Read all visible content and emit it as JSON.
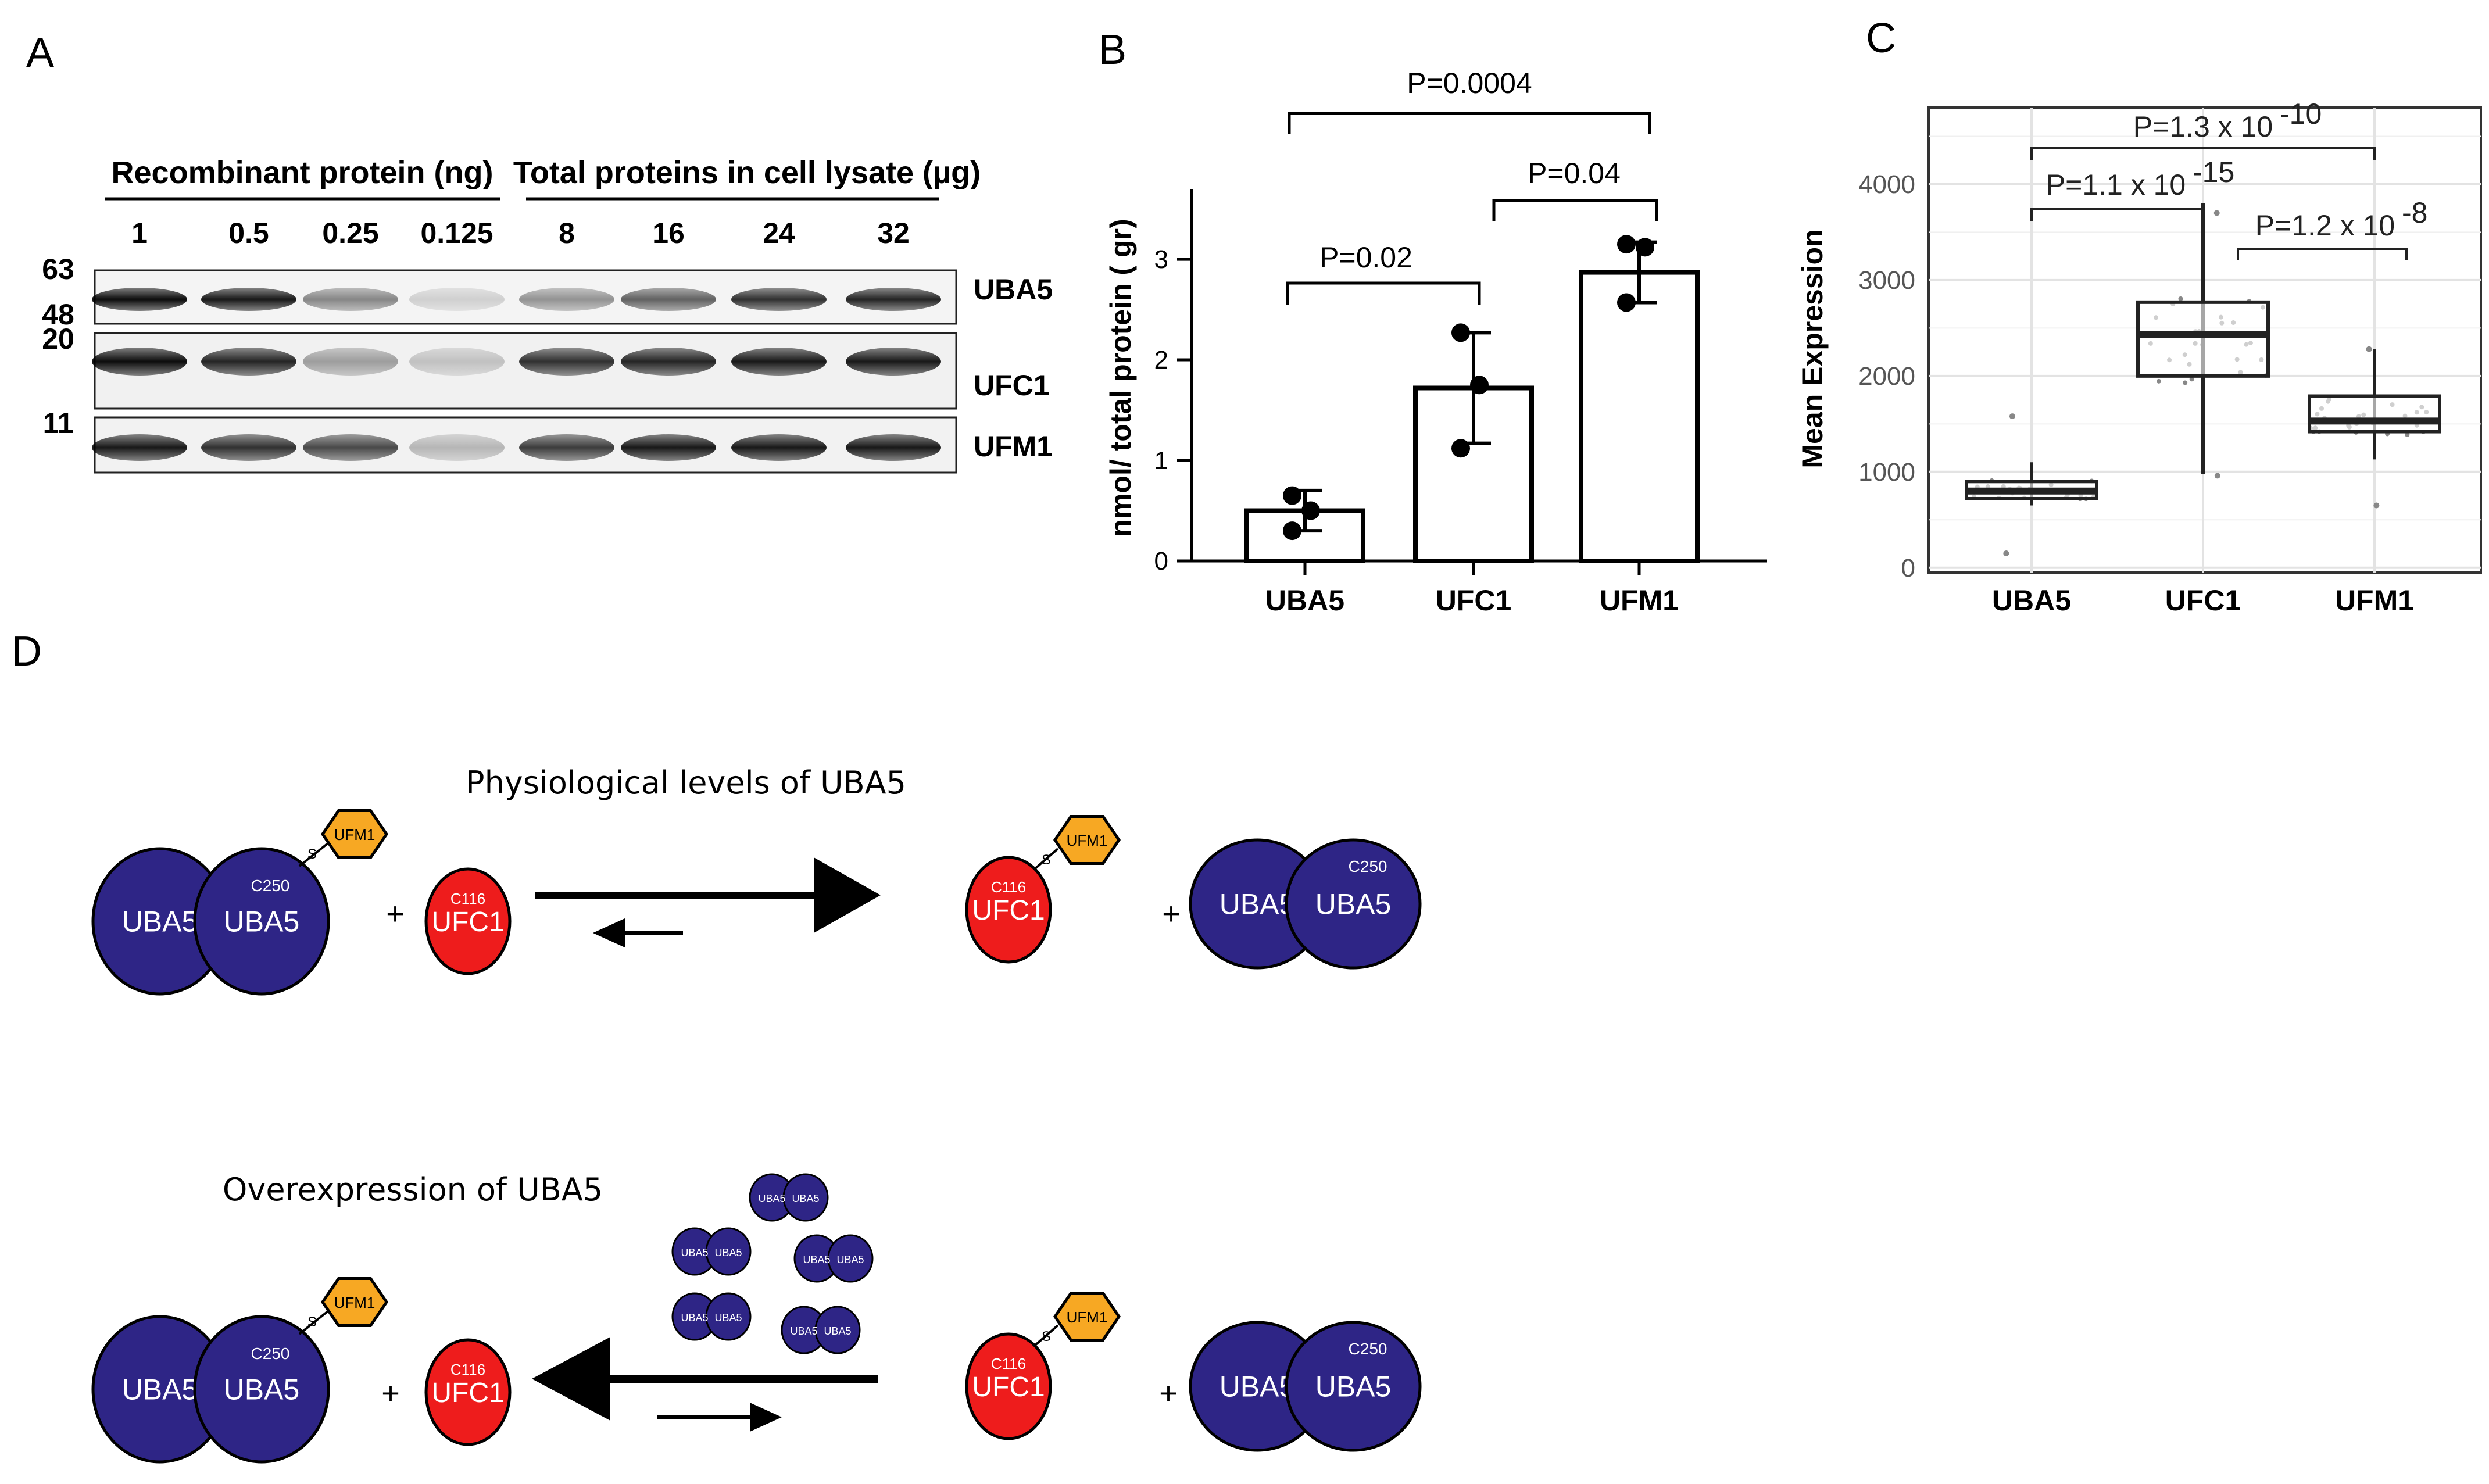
{
  "panels": {
    "a": "A",
    "b": "B",
    "c": "C",
    "d": "D"
  },
  "western_blot": {
    "header_left": "Recombinant protein (ng)",
    "header_right": "Total proteins in cell lysate (µg)",
    "lanes": [
      "1",
      "0.5",
      "0.25",
      "0.125",
      "8",
      "16",
      "24",
      "32"
    ],
    "markers": [
      "63",
      "48",
      "20",
      "11"
    ],
    "rows": [
      "UBA5",
      "UFC1",
      "UFM1"
    ]
  },
  "chart_data": [
    {
      "type": "bar",
      "panel": "B",
      "categories": [
        "UBA5",
        "UFC1",
        "UFM1"
      ],
      "values": [
        0.5,
        1.72,
        2.87
      ],
      "error": [
        0.2,
        0.55,
        0.3
      ],
      "points": [
        [
          0.65,
          0.5,
          0.3
        ],
        [
          2.27,
          1.75,
          1.12
        ],
        [
          3.15,
          3.12,
          2.57
        ]
      ],
      "ylabel": "nmol/ total protein ( gr)",
      "ylim": [
        0,
        3.7
      ],
      "yticks": [
        "0",
        "1",
        "2",
        "3"
      ],
      "comparisons": [
        {
          "from": "UBA5",
          "to": "UFM1",
          "label": "P=0.0004"
        },
        {
          "from": "UFC1",
          "to": "UFM1",
          "label": "P=0.04"
        },
        {
          "from": "UBA5",
          "to": "UFC1",
          "label": "P=0.02"
        }
      ]
    },
    {
      "type": "box",
      "panel": "C",
      "categories": [
        "UBA5",
        "UFC1",
        "UFM1"
      ],
      "boxes": [
        {
          "min": 650,
          "q1": 720,
          "median": 800,
          "q3": 900,
          "max": 1100
        },
        {
          "min": 980,
          "q1": 2000,
          "median": 2430,
          "q3": 2770,
          "max": 3800
        },
        {
          "min": 1130,
          "q1": 1420,
          "median": 1530,
          "q3": 1790,
          "max": 2280
        }
      ],
      "outliers": [
        [
          150,
          1580
        ],
        [
          960,
          3700
        ],
        [
          650,
          2280
        ]
      ],
      "ylabel": "Mean Expression",
      "ylim": [
        -50,
        4800
      ],
      "yticks": [
        "0",
        "1000",
        "2000",
        "3000",
        "4000"
      ],
      "grid": true,
      "comparisons": [
        {
          "from": "UBA5",
          "to": "UFM1",
          "label": "P=1.3 x 10",
          "exp": "-10"
        },
        {
          "from": "UBA5",
          "to": "UFC1",
          "label": "P=1.1 x 10",
          "exp": "-15"
        },
        {
          "from": "UFC1",
          "to": "UFM1",
          "label": "P=1.2 x 10",
          "exp": "-8"
        }
      ]
    }
  ],
  "scheme": {
    "top_title": "Physiological levels of UBA5",
    "bottom_title": "Overexpression of UBA5",
    "uba5": "UBA5",
    "ufc1": "UFC1",
    "ufm1": "UFM1",
    "c250": "C250",
    "c116": "C116",
    "s": "S",
    "plus": "+",
    "colors": {
      "uba5": "#2e2586",
      "ufc1": "#ee1c1c",
      "ufm1": "#f7a823"
    }
  }
}
